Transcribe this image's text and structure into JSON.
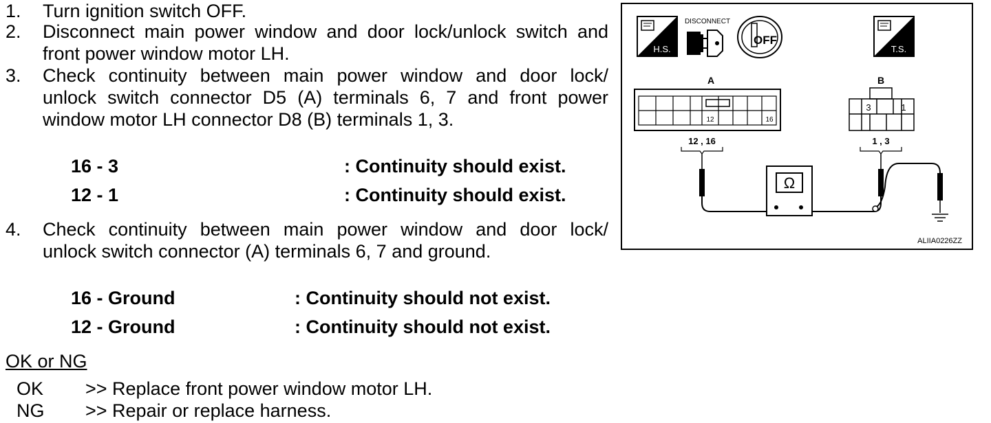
{
  "steps": [
    {
      "num": "1.",
      "lines": [
        "Turn ignition switch OFF."
      ]
    },
    {
      "num": "2.",
      "lines": [
        "Disconnect main power window and door lock/unlock switch and",
        "front power window motor LH."
      ]
    },
    {
      "num": "3.",
      "lines": [
        "Check continuity between main power window and door lock/",
        "unlock switch connector D5 (A) terminals 6, 7 and front power",
        "window motor LH connector D8 (B) terminals 1, 3."
      ]
    },
    {
      "num": "4.",
      "lines": [
        "Check continuity between main power window and door lock/",
        "unlock switch connector (A) terminals 6, 7 and ground."
      ]
    }
  ],
  "specs_a": [
    {
      "term": "16 - 3",
      "result": ": Continuity should exist."
    },
    {
      "term": "12 - 1",
      "result": ": Continuity should exist."
    }
  ],
  "specs_b": [
    {
      "term": "16 - Ground",
      "result": ": Continuity should not exist."
    },
    {
      "term": "12 - Ground",
      "result": ": Continuity should not exist."
    }
  ],
  "result_heading": "OK or NG",
  "results": [
    {
      "code": "OK",
      "action": ">> Replace front power window motor LH."
    },
    {
      "code": "NG",
      "action": ">> Repair or replace harness."
    }
  ],
  "diagram": {
    "icon_hs": "H.S.",
    "icon_disconnect": "DISCONNECT",
    "icon_off": "OFF",
    "icon_ts": "T.S.",
    "connector_a_label": "A",
    "connector_b_label": "B",
    "connector_a_pin_12": "12",
    "connector_a_pin_16": "16",
    "connector_b_pin_3": "3",
    "connector_b_pin_1": "1",
    "probe_a_label": "12 , 16",
    "probe_b_label": "1 , 3",
    "meter_symbol": "Ω",
    "figure_code": "ALIIA0226ZZ"
  }
}
